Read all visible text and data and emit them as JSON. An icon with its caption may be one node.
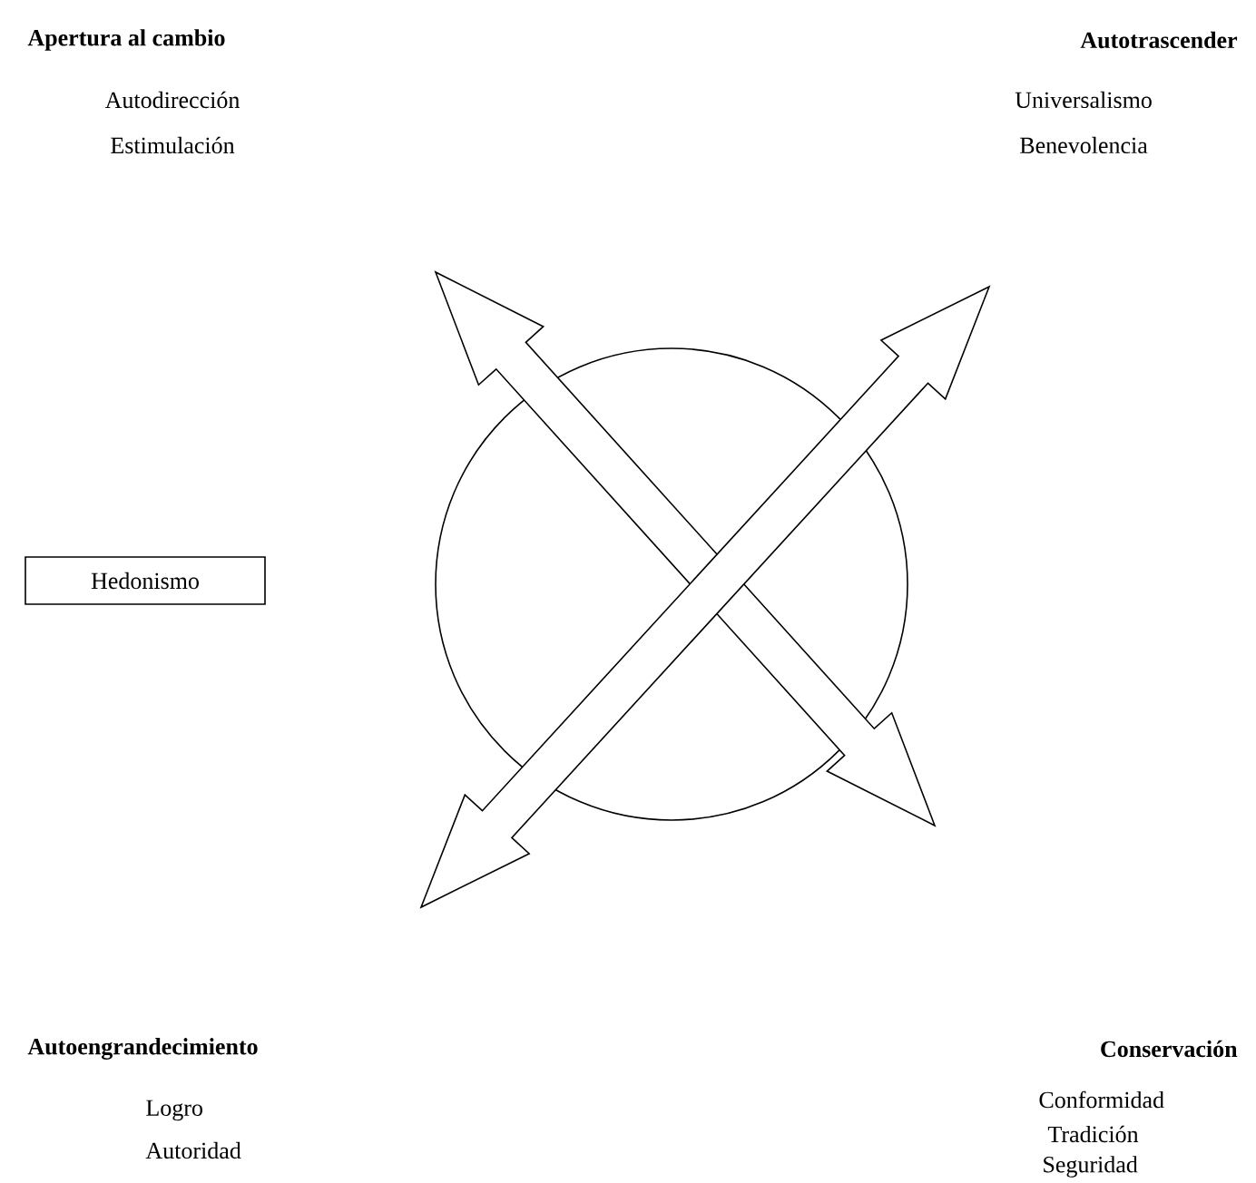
{
  "diagram": {
    "nodes": [
      {
        "text": [
          "Hedonismo"
        ]
      }
    ],
    "edges": [],
    "labels": [
      "Apertura al cambio",
      "Autotrascender",
      "Autodirección",
      "Universalismo",
      "Estimulación",
      "Benevolencia",
      "Autoengrandecimiento",
      "Conservación",
      "Logro",
      "Conformidad",
      "Autoridad",
      "Tradición",
      "Seguridad"
    ]
  }
}
